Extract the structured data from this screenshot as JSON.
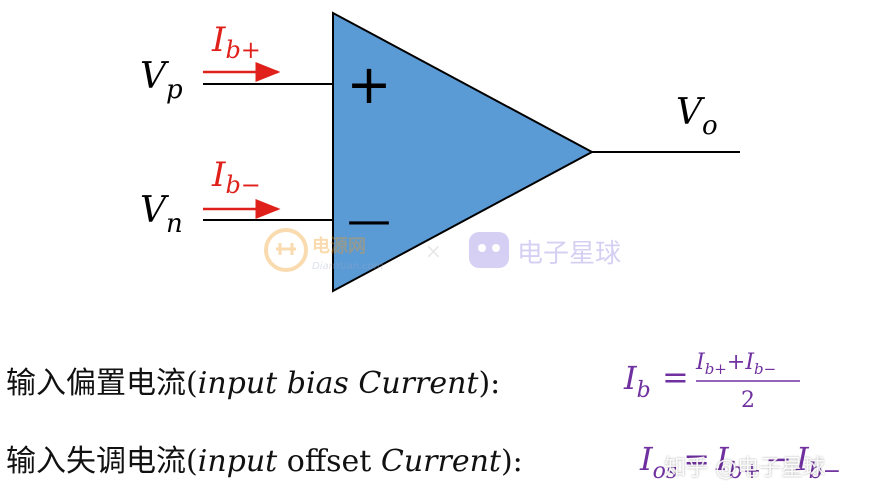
{
  "diagram": {
    "input_p": {
      "symbol": "V",
      "sub": "p"
    },
    "input_n": {
      "symbol": "V",
      "sub": "n"
    },
    "output": {
      "symbol": "V",
      "sub": "o"
    },
    "bias_p": {
      "symbol": "I",
      "sub": "b+"
    },
    "bias_n": {
      "symbol": "I",
      "sub": "b−"
    },
    "plus_sign": "+",
    "minus_sign": "—"
  },
  "definitions": [
    {
      "label_cn": "输入偏置电流(",
      "label_en": "input bias Current",
      "label_end": "):",
      "formula": {
        "lhs": "I",
        "lhs_sub": "b",
        "eq": "=",
        "num_a": "I",
        "num_a_sub": "b+",
        "plus": "+",
        "num_b": "I",
        "num_b_sub": "b−",
        "den": "2"
      }
    },
    {
      "label_cn": "输入失调电流(",
      "label_en_a": "input",
      "label_en_b": " offset ",
      "label_en_c": "Current",
      "label_end": "):",
      "formula": {
        "lhs": "I",
        "lhs_sub": "os",
        "eq": "=",
        "a": "I",
        "a_sub": "b+",
        "minus": "−",
        "b": "I",
        "b_sub": "b−"
      }
    }
  ],
  "watermarks": {
    "dianyuan_cn": "电源网",
    "dianyuan_en": "DianYuan.com",
    "separator": "×",
    "xingqiu": "电子星球",
    "zhihu": "知乎 @电子星球"
  },
  "colors": {
    "amp_fill": "#5b9bd5",
    "arrow_red": "#e0211b",
    "formula_purple": "#7030a0"
  }
}
